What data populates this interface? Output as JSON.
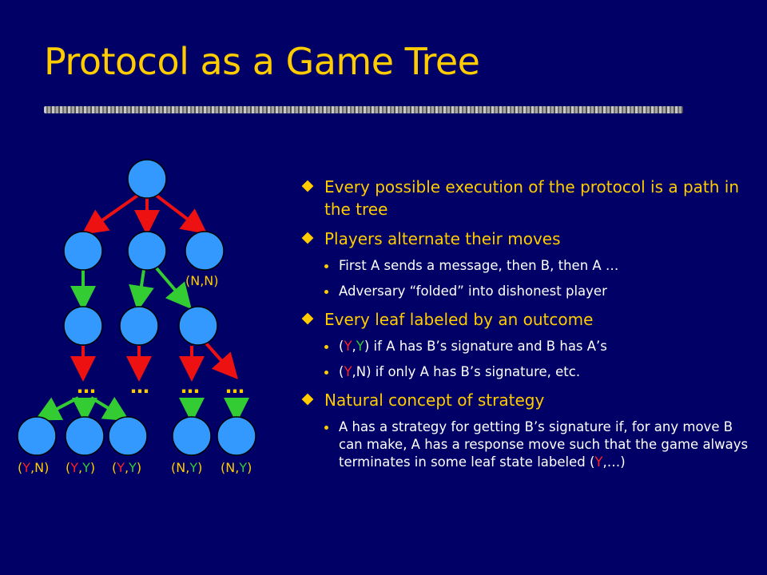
{
  "slide": {
    "title": "Protocol as a Game Tree"
  },
  "tree": {
    "node_color": "#3399FF",
    "red_edge_color": "#EE1111",
    "green_edge_color": "#33CC33",
    "label_nn": "(N,N)",
    "ellipsis": [
      "…",
      "…",
      "…",
      "…"
    ],
    "leaf_labels": [
      {
        "open": "(",
        "first": "Y",
        "sep": ",",
        "second": "N",
        "close": ")"
      },
      {
        "open": "(",
        "first": "Y",
        "sep": ",",
        "second": "Y",
        "close": ")"
      },
      {
        "open": "(",
        "first": "Y",
        "sep": ",",
        "second": "Y",
        "close": ")"
      },
      {
        "open": "(",
        "first": "N",
        "sep": ",",
        "second": "Y",
        "close": ")"
      },
      {
        "open": "(",
        "first": "N",
        "sep": ",",
        "second": "Y",
        "close": ")"
      }
    ]
  },
  "bullets": [
    {
      "text": "Every possible execution of the protocol is a path in the tree",
      "sub": []
    },
    {
      "text": "Players alternate their moves",
      "sub": [
        "First A sends a message, then B, then A …",
        "Adversary “folded” into dishonest player"
      ]
    },
    {
      "text": "Every leaf labeled by an outcome",
      "sub": []
    },
    {
      "text": "Natural concept of strategy",
      "sub": [
        "A has a strategy for getting B’s signature if, for any move B can make, A has a response move such that the game always terminates in some leaf state labeled (Y,…)"
      ]
    }
  ],
  "outcome_items": [
    {
      "open": "(",
      "a": "Y",
      "sep": ",",
      "b": "Y",
      "rest": ") if A has B’s signature and B has A’s"
    },
    {
      "open": "(",
      "a": "Y",
      "sep": ",",
      "b": "N",
      "rest": ") if only A has B’s signature, etc."
    }
  ],
  "strategy_tail": {
    "lead": "A has a strategy for getting B’s signature if, for any move B can make, A has a response move such that the game always terminates in some leaf state labeled (",
    "y": "Y",
    "tail": ",…)"
  }
}
